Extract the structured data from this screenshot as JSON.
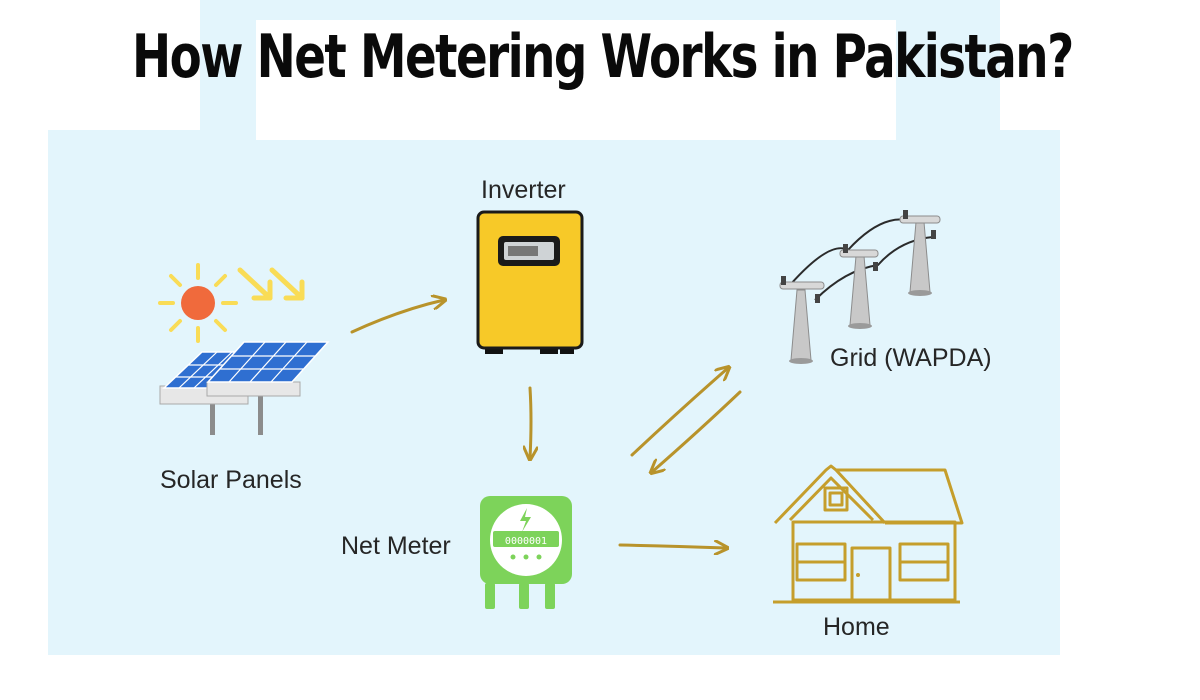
{
  "title": "How Net Metering Works in Pakistan?",
  "nodes": {
    "inverter": "Inverter",
    "solar_panels": "Solar Panels",
    "grid": "Grid (WAPDA)",
    "net_meter": "Net Meter",
    "home": "Home"
  },
  "meter_reading": "0000001",
  "colors": {
    "background": "#e3f5fc",
    "arrow": "#b8932b",
    "inverter": "#f7c928",
    "meter": "#7dd35a",
    "panel": "#2f6fd1",
    "sun": "#f06a3c",
    "sun_rays": "#f9dc56",
    "house_outline": "#c59e2c"
  }
}
